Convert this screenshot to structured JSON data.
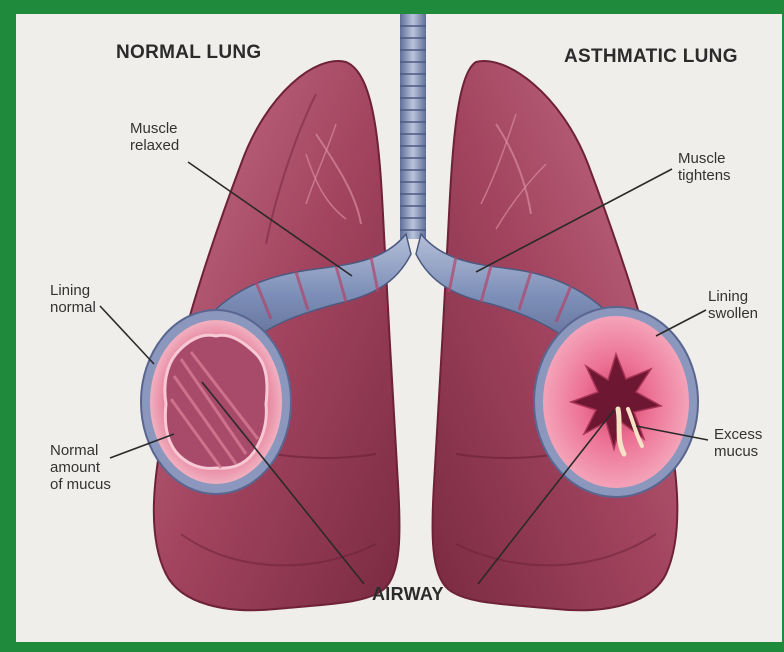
{
  "titles": {
    "normal": "NORMAL LUNG",
    "asthmatic": "ASTHMATIC LUNG"
  },
  "labels": {
    "muscle_relaxed": "Muscle\nrelaxed",
    "muscle_tightens": "Muscle\ntightens",
    "lining_normal": "Lining\nnormal",
    "lining_swollen": "Lining\nswollen",
    "normal_mucus": "Normal\namount\nof mucus",
    "excess_mucus": "Excess\nmucus",
    "airway": "AIRWAY"
  },
  "colors": {
    "frame": "#1f8a3c",
    "paper": "#efeeea",
    "lung": "#a8455f",
    "lung_light": "#c97088",
    "bronchus_blue": "#7d8fb8",
    "lining_pink": "#e66b8d"
  }
}
